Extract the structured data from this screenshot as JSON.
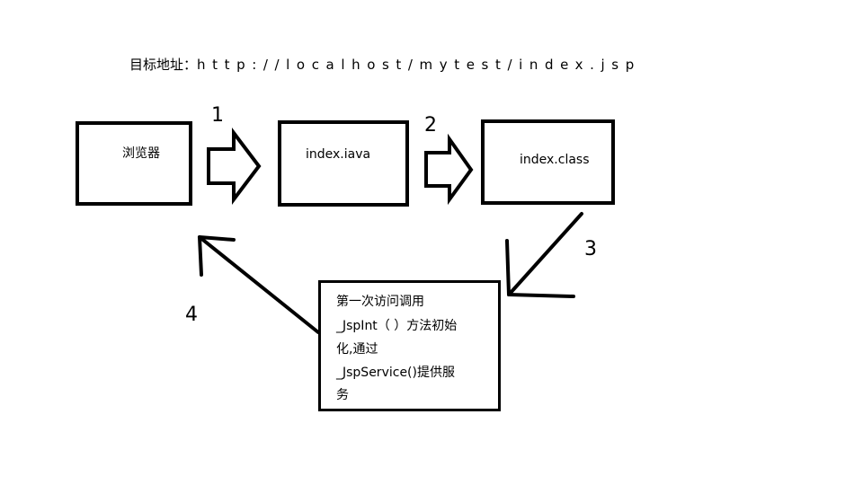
{
  "target": {
    "label": "目标地址：",
    "url": "http://localhost/mytest/index.jsp"
  },
  "nodes": {
    "browser": "浏览器",
    "java": "index.iava",
    "class": "index.class"
  },
  "steps": [
    "1",
    "2",
    "3",
    "4"
  ],
  "note": {
    "lines": [
      "第一次访问调用",
      "_JspInt（ ）方法初始",
      "化,通过",
      "_JspService()提供服",
      "务"
    ]
  },
  "colors": {
    "stroke": "#000000",
    "background": "#ffffff"
  }
}
